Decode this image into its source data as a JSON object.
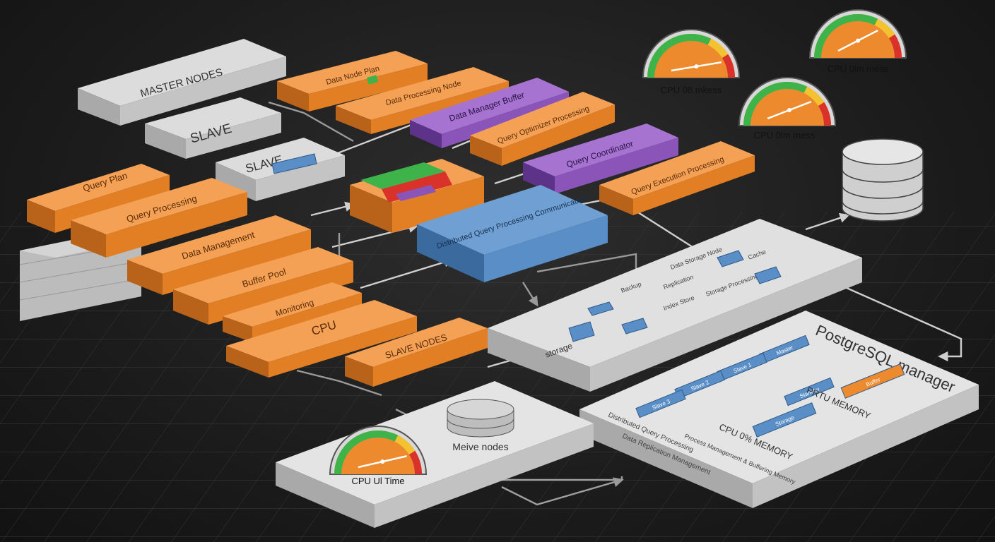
{
  "diagram_title": "",
  "palette": {
    "orange": "#ee8a2e",
    "purple": "#8a54b8",
    "blue": "#5a8ec6",
    "panel": "#d9d9d9",
    "gauge_face": "#ee8a2e",
    "gauge_green": "#3db34a",
    "gauge_red": "#d8322a"
  },
  "nodes": {
    "master": "MASTER NODES",
    "slave_1": "SLAVE",
    "slave_2": "SLAVE",
    "slave_bottom": "SLAVE NODES",
    "cpu_block": "CPU",
    "core": "Distributed Query Processing Communication",
    "left_stack": [
      "Query Plan",
      "Query Processing",
      "Data Management",
      "Buffer Pool",
      "Monitoring"
    ],
    "top_orange": [
      "Data Node Plan",
      "Data Processing Node"
    ],
    "purple": [
      "Data Manager Buffer",
      "Query Coordinator"
    ],
    "right_orange": [
      "Query Optimizer Processing",
      "Query Execution Processing"
    ]
  },
  "gauges": [
    {
      "id": "top-left",
      "label": "CPU 08 mkess",
      "value": 0.85
    },
    {
      "id": "top-right",
      "label": "CPU 0lm mess",
      "value": 0.7
    },
    {
      "id": "middle",
      "label": "CPU 0lm mess",
      "value": 0.75
    },
    {
      "id": "bottom",
      "label": "CPU Ul Time",
      "value": 0.82
    }
  ],
  "panels": {
    "storage": {
      "label": "storage",
      "tags": [
        "Data Storage Node",
        "Replication",
        "Storage Processing",
        "Backup",
        "Index Store",
        "Cache"
      ]
    },
    "manager": {
      "title": "PostgreSQL manager",
      "chips": [
        "Master",
        "Slave 1",
        "Slave 2",
        "Slave 3",
        "Buffer",
        "Storage",
        "Standby"
      ],
      "metric_1": "PRTU MEMORY",
      "metric_2": "CPU 0% MEMORY",
      "notes": "Distributed Query Processing",
      "notes_2": "Data Replication Management",
      "notes_3": "Process Management & Buffering Memory"
    },
    "bottom": {
      "label": "Meive nodes"
    }
  },
  "database_icon": "database-icon",
  "disk_icon": "disk-icon"
}
